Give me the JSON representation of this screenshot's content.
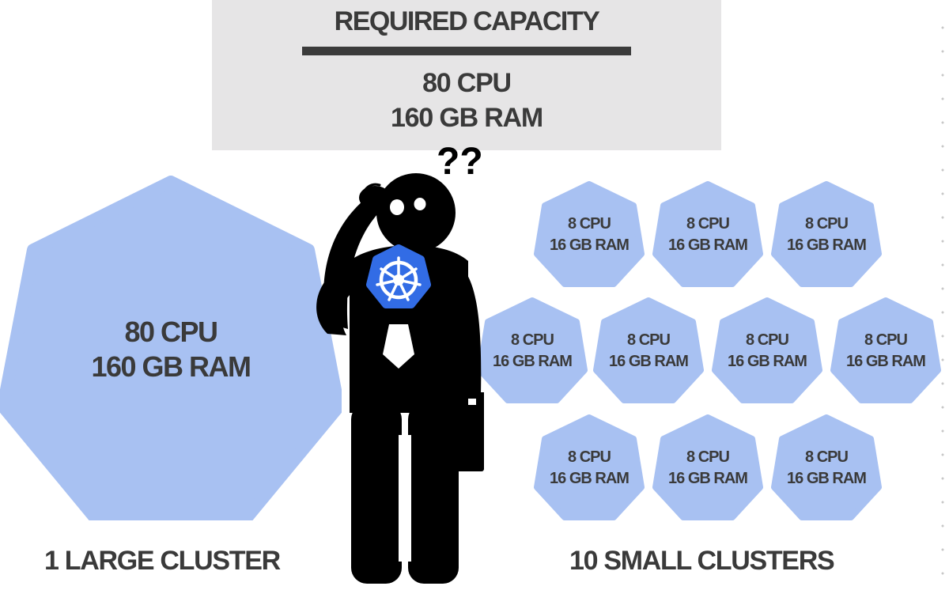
{
  "capacity": {
    "title": "REQUIRED CAPACITY",
    "cpu": "80 CPU",
    "ram": "160 GB RAM"
  },
  "question_marks": "??",
  "large_cluster": {
    "cpu": "80 CPU",
    "ram": "160 GB RAM",
    "caption": "1 LARGE CLUSTER"
  },
  "small_clusters": {
    "caption": "10 SMALL CLUSTERS",
    "items": [
      {
        "cpu": "8 CPU",
        "ram": "16 GB RAM"
      },
      {
        "cpu": "8 CPU",
        "ram": "16 GB RAM"
      },
      {
        "cpu": "8 CPU",
        "ram": "16 GB RAM"
      },
      {
        "cpu": "8 CPU",
        "ram": "16 GB RAM"
      },
      {
        "cpu": "8 CPU",
        "ram": "16 GB RAM"
      },
      {
        "cpu": "8 CPU",
        "ram": "16 GB RAM"
      },
      {
        "cpu": "8 CPU",
        "ram": "16 GB RAM"
      },
      {
        "cpu": "8 CPU",
        "ram": "16 GB RAM"
      },
      {
        "cpu": "8 CPU",
        "ram": "16 GB RAM"
      },
      {
        "cpu": "8 CPU",
        "ram": "16 GB RAM"
      }
    ]
  },
  "colors": {
    "cluster_fill": "#a8c1f2",
    "capacity_box": "#e6e5e6",
    "text": "#3a3a3a",
    "kubernetes_blue": "#326ce5",
    "figure": "#000000"
  },
  "icons": {
    "figure": "confused-businessman-icon",
    "badge": "kubernetes-helm-icon",
    "briefcase": "briefcase-icon"
  }
}
